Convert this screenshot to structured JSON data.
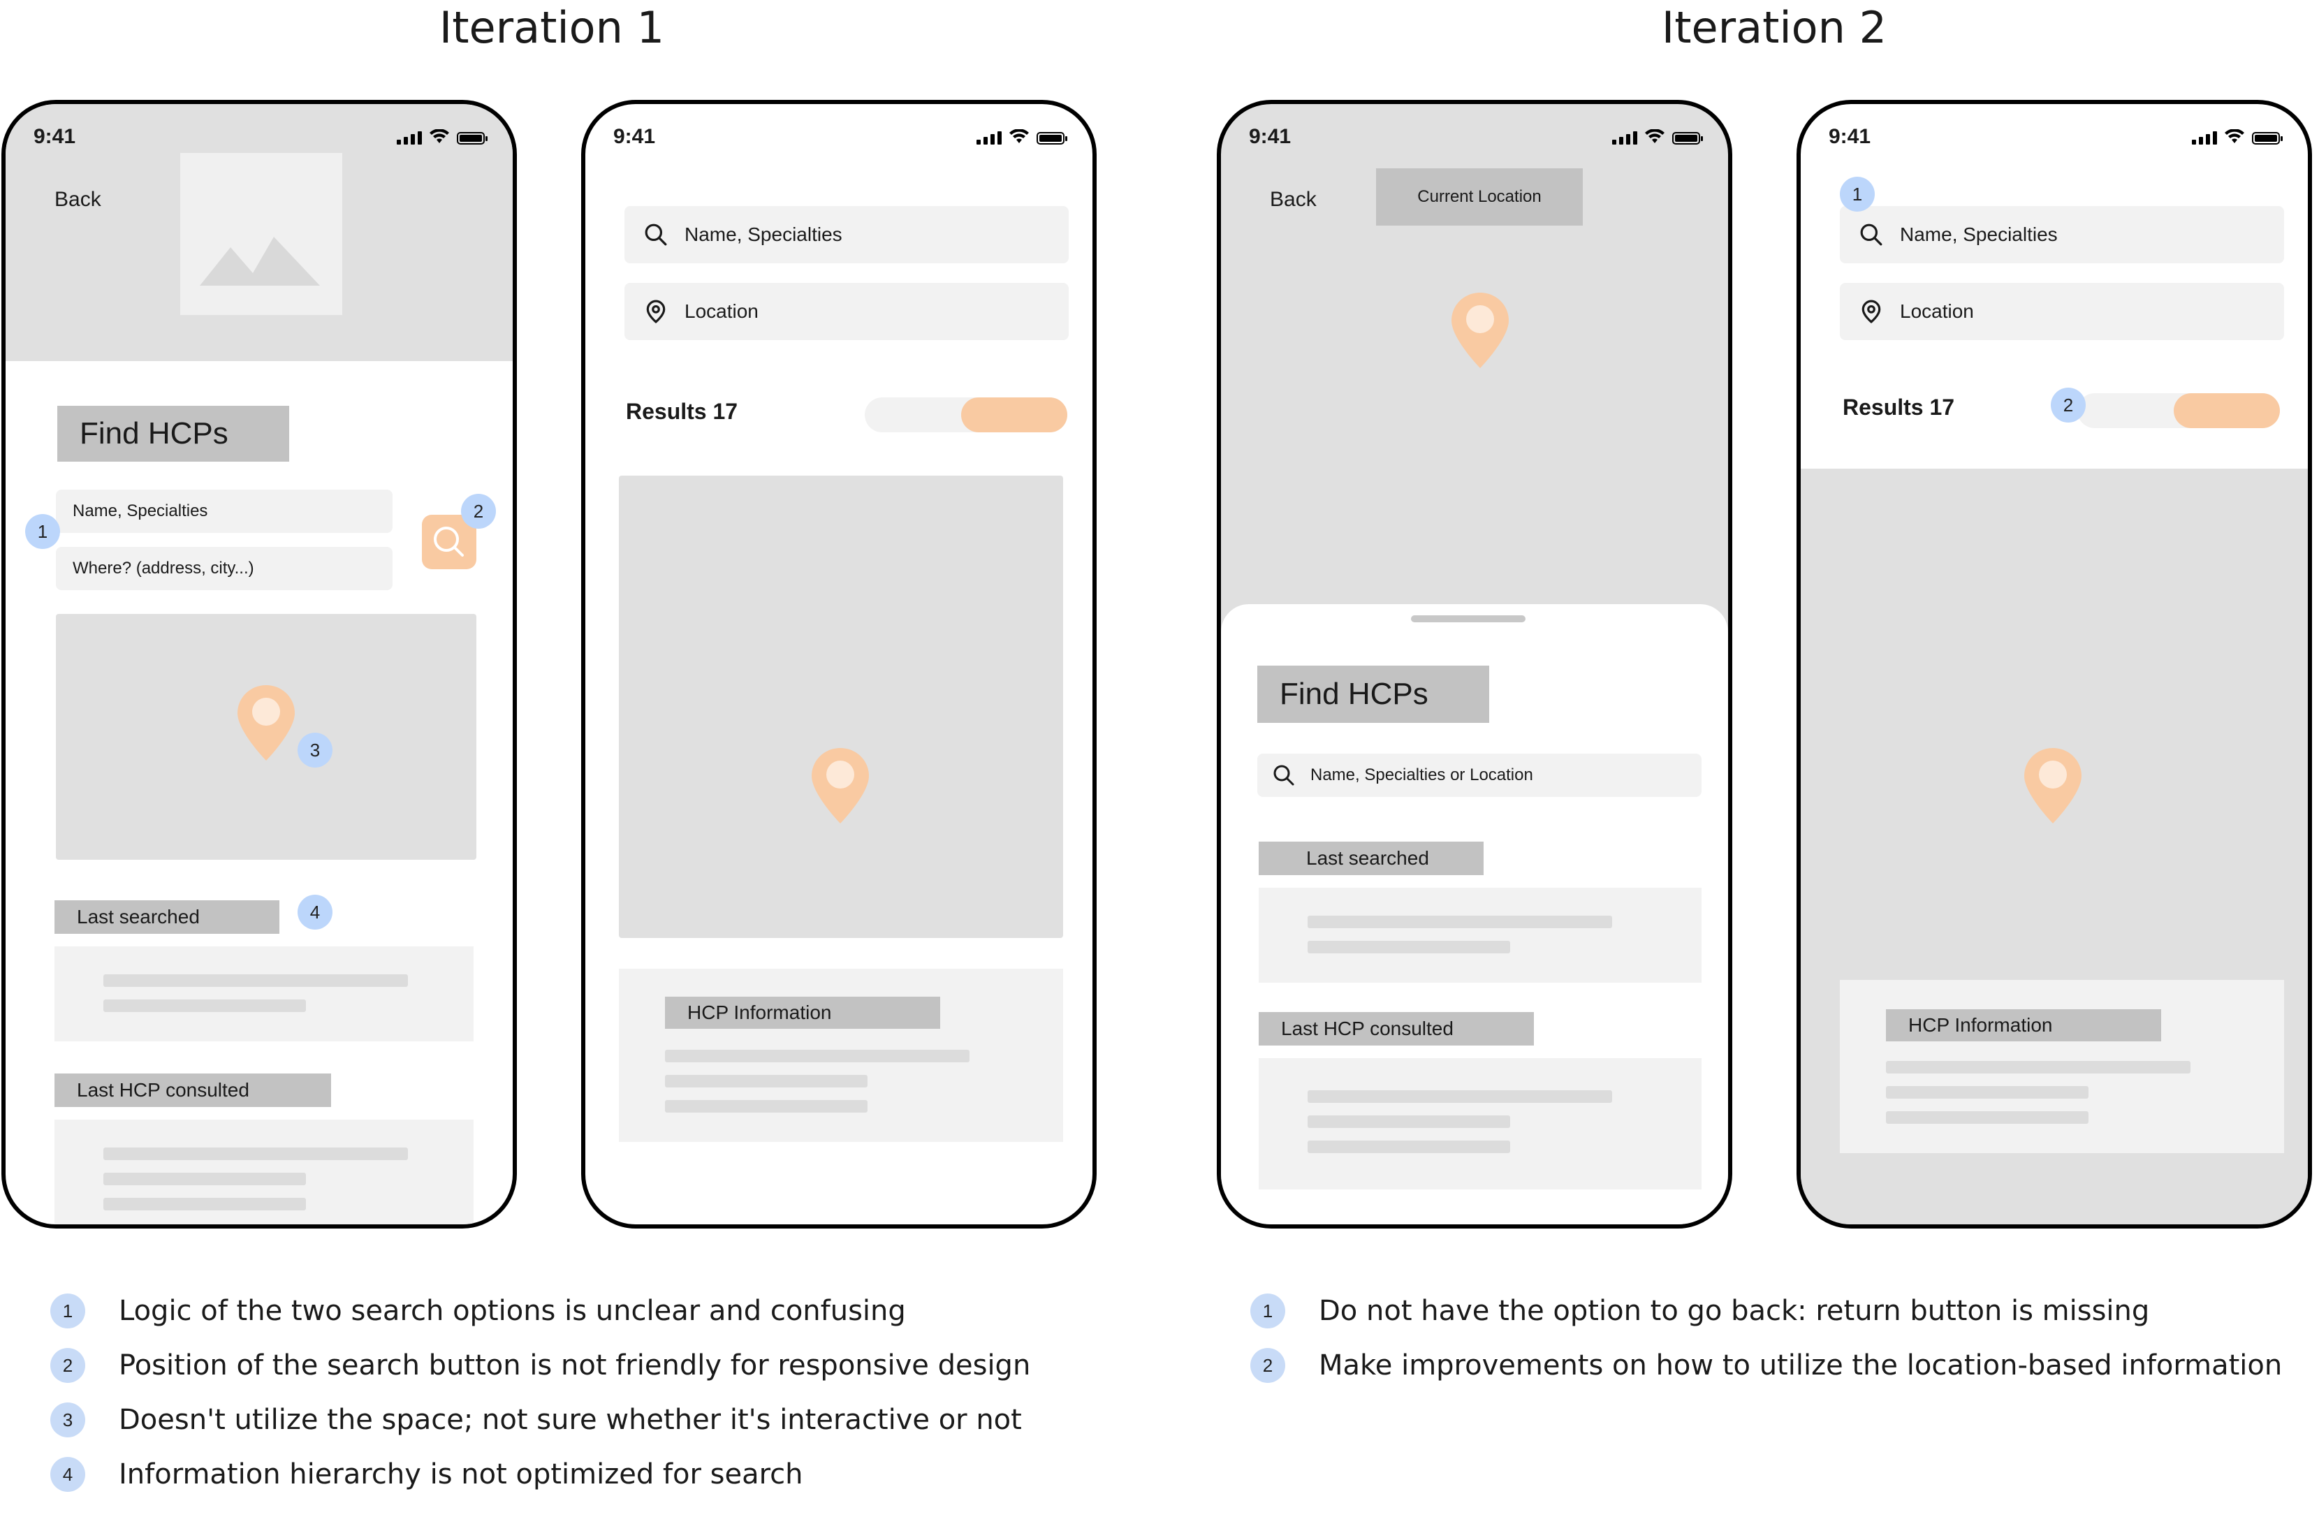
{
  "iteration1": {
    "title": "Iteration 1",
    "phoneA": {
      "time": "9:41",
      "back": "Back",
      "find_title": "Find HCPs",
      "search_placeholder": "Name, Specialties",
      "where_placeholder": "Where? (address, city...)",
      "last_searched": "Last searched",
      "last_consulted": "Last HCP consulted",
      "badges": [
        "1",
        "2",
        "3",
        "4"
      ]
    },
    "phoneB": {
      "time": "9:41",
      "search_placeholder": "Name, Specialties",
      "location_placeholder": "Location",
      "results": "Results 17",
      "hcp_info": "HCP Information"
    },
    "notes": [
      {
        "num": "1",
        "text": "Logic of the two search options is unclear and confusing"
      },
      {
        "num": "2",
        "text": "Position of the search button is not friendly for responsive design"
      },
      {
        "num": "3",
        "text": "Doesn't utilize the space; not sure whether it's interactive or not"
      },
      {
        "num": "4",
        "text": "Information hierarchy is not optimized for search"
      }
    ]
  },
  "iteration2": {
    "title": "Iteration 2",
    "phoneC": {
      "time": "9:41",
      "back": "Back",
      "current_location": "Current Location",
      "find_title": "Find HCPs",
      "search_placeholder": "Name, Specialties or Location",
      "last_searched": "Last searched",
      "last_consulted": "Last HCP consulted"
    },
    "phoneD": {
      "time": "9:41",
      "search_placeholder": "Name, Specialties",
      "location_placeholder": "Location",
      "results": "Results 17",
      "hcp_info": "HCP Information",
      "badges": [
        "1",
        "2"
      ]
    },
    "notes": [
      {
        "num": "1",
        "text": "Do not have the option to go back: return button is missing"
      },
      {
        "num": "2",
        "text": "Make improvements on how to utilize the location-based information"
      }
    ]
  },
  "colors": {
    "accent_orange": "#f9caa2",
    "badge_blue": "#bcd6fb",
    "gray_block": "#c2c2c2",
    "map_gray": "#e0e0e0"
  }
}
